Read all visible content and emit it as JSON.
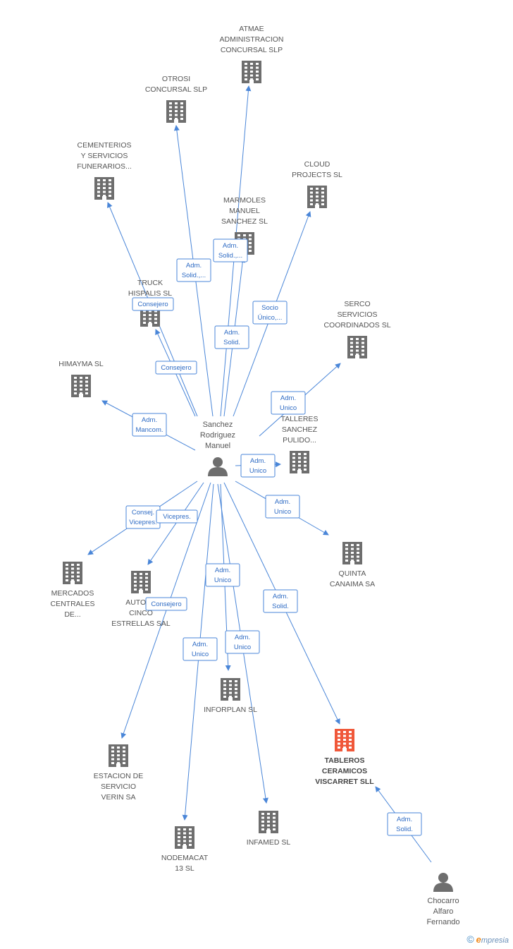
{
  "colors": {
    "edge": "#4a86d8",
    "building": "#6e6e6e",
    "building_highlight": "#f0583a",
    "person": "#6e6e6e"
  },
  "persons": [
    {
      "id": "sanchez",
      "lines": [
        "Sanchez",
        "Rodriguez",
        "Manuel"
      ],
      "icon": "person-icon"
    },
    {
      "id": "chocarro",
      "lines": [
        "Chocarro",
        "Alfaro",
        "Fernando"
      ],
      "icon": "person-icon"
    }
  ],
  "companies": [
    {
      "id": "atmae",
      "lines": [
        "ATMAE",
        "ADMINISTRACION",
        "CONCURSAL SLP"
      ],
      "icon": "building-icon"
    },
    {
      "id": "otrosi",
      "lines": [
        "OTROSI",
        "CONCURSAL SLP"
      ],
      "icon": "building-icon"
    },
    {
      "id": "cementerios",
      "lines": [
        "CEMENTERIOS",
        "Y SERVICIOS",
        "FUNERARIOS..."
      ],
      "icon": "building-icon"
    },
    {
      "id": "cloud",
      "lines": [
        "CLOUD",
        "PROJECTS SL"
      ],
      "icon": "building-icon"
    },
    {
      "id": "marmoles",
      "lines": [
        "MARMOLES",
        "MANUEL",
        "SANCHEZ SL"
      ],
      "icon": "building-icon"
    },
    {
      "id": "truck",
      "lines": [
        "TRUCK",
        "HISPALIS SL"
      ],
      "icon": "building-icon"
    },
    {
      "id": "serco",
      "lines": [
        "SERCO",
        "SERVICIOS",
        "COORDINADOS SL"
      ],
      "icon": "building-icon"
    },
    {
      "id": "himayma",
      "lines": [
        "HIMAYMA SL"
      ],
      "icon": "building-icon"
    },
    {
      "id": "talleres",
      "lines": [
        "TALLERES",
        "SANCHEZ",
        "PULIDO..."
      ],
      "icon": "building-icon"
    },
    {
      "id": "quinta",
      "lines": [
        "QUINTA",
        "CANAIMA SA"
      ],
      "icon": "building-icon"
    },
    {
      "id": "mercados",
      "lines": [
        "MERCADOS",
        "CENTRALES",
        "DE..."
      ],
      "icon": "building-icon"
    },
    {
      "id": "autocares",
      "lines": [
        "AUTOCA",
        "CINCO",
        "ESTRELLAS SAL"
      ],
      "icon": "building-icon"
    },
    {
      "id": "inforplan",
      "lines": [
        "INFORPLAN SL"
      ],
      "icon": "building-icon"
    },
    {
      "id": "tableros",
      "lines": [
        "TABLEROS",
        "CERAMICOS",
        "VISCARRET SLL"
      ],
      "icon": "building-icon",
      "highlight": true
    },
    {
      "id": "estacion",
      "lines": [
        "ESTACION DE",
        "SERVICIO",
        "VERIN SA"
      ],
      "icon": "building-icon"
    },
    {
      "id": "infamed",
      "lines": [
        "INFAMED SL"
      ],
      "icon": "building-icon"
    },
    {
      "id": "nodemacat",
      "lines": [
        "NODEMACAT",
        "13 SL"
      ],
      "icon": "building-icon"
    }
  ],
  "edges": [
    {
      "from": "sanchez",
      "to": "atmae",
      "lines": [
        "Adm.",
        "Solid.,..."
      ]
    },
    {
      "from": "sanchez",
      "to": "otrosi",
      "lines": [
        "Adm.",
        "Solid.,..."
      ]
    },
    {
      "from": "sanchez",
      "to": "cementerios",
      "lines": [
        "Consejero"
      ]
    },
    {
      "from": "sanchez",
      "to": "truck",
      "lines": [
        "Consejero"
      ]
    },
    {
      "from": "sanchez",
      "to": "marmoles",
      "lines": [
        "Adm.",
        "Solid."
      ]
    },
    {
      "from": "sanchez",
      "to": "cloud",
      "lines": [
        "Socio",
        "Único,..."
      ]
    },
    {
      "from": "sanchez",
      "to": "serco",
      "lines": [
        "Adm.",
        "Unico"
      ]
    },
    {
      "from": "sanchez",
      "to": "himayma",
      "lines": [
        "Adm.",
        "Mancom."
      ]
    },
    {
      "from": "sanchez",
      "to": "talleres",
      "lines": [
        "Adm.",
        "Unico"
      ]
    },
    {
      "from": "sanchez",
      "to": "quinta",
      "lines": [
        "Adm.",
        "Unico"
      ]
    },
    {
      "from": "sanchez",
      "to": "mercados",
      "lines": [
        "Consej.",
        "Vicepres."
      ]
    },
    {
      "from": "sanchez",
      "to": "autocares",
      "lines": [
        "Vicepres."
      ]
    },
    {
      "from": "sanchez",
      "to": "inforplan",
      "lines": [
        "Adm.",
        "Unico"
      ]
    },
    {
      "from": "sanchez",
      "to": "tableros",
      "lines": [
        "Adm.",
        "Solid."
      ]
    },
    {
      "from": "sanchez",
      "to": "estacion",
      "lines": [
        "Consejero"
      ]
    },
    {
      "from": "sanchez",
      "to": "infamed",
      "lines": [
        "Adm.",
        "Unico"
      ]
    },
    {
      "from": "sanchez",
      "to": "nodemacat",
      "lines": [
        "Adm.",
        "Unico"
      ]
    },
    {
      "from": "chocarro",
      "to": "tableros",
      "lines": [
        "Adm.",
        "Solid."
      ]
    }
  ],
  "footer": {
    "copyright": "©",
    "brand_first": "e",
    "brand_rest": "mpresia"
  }
}
